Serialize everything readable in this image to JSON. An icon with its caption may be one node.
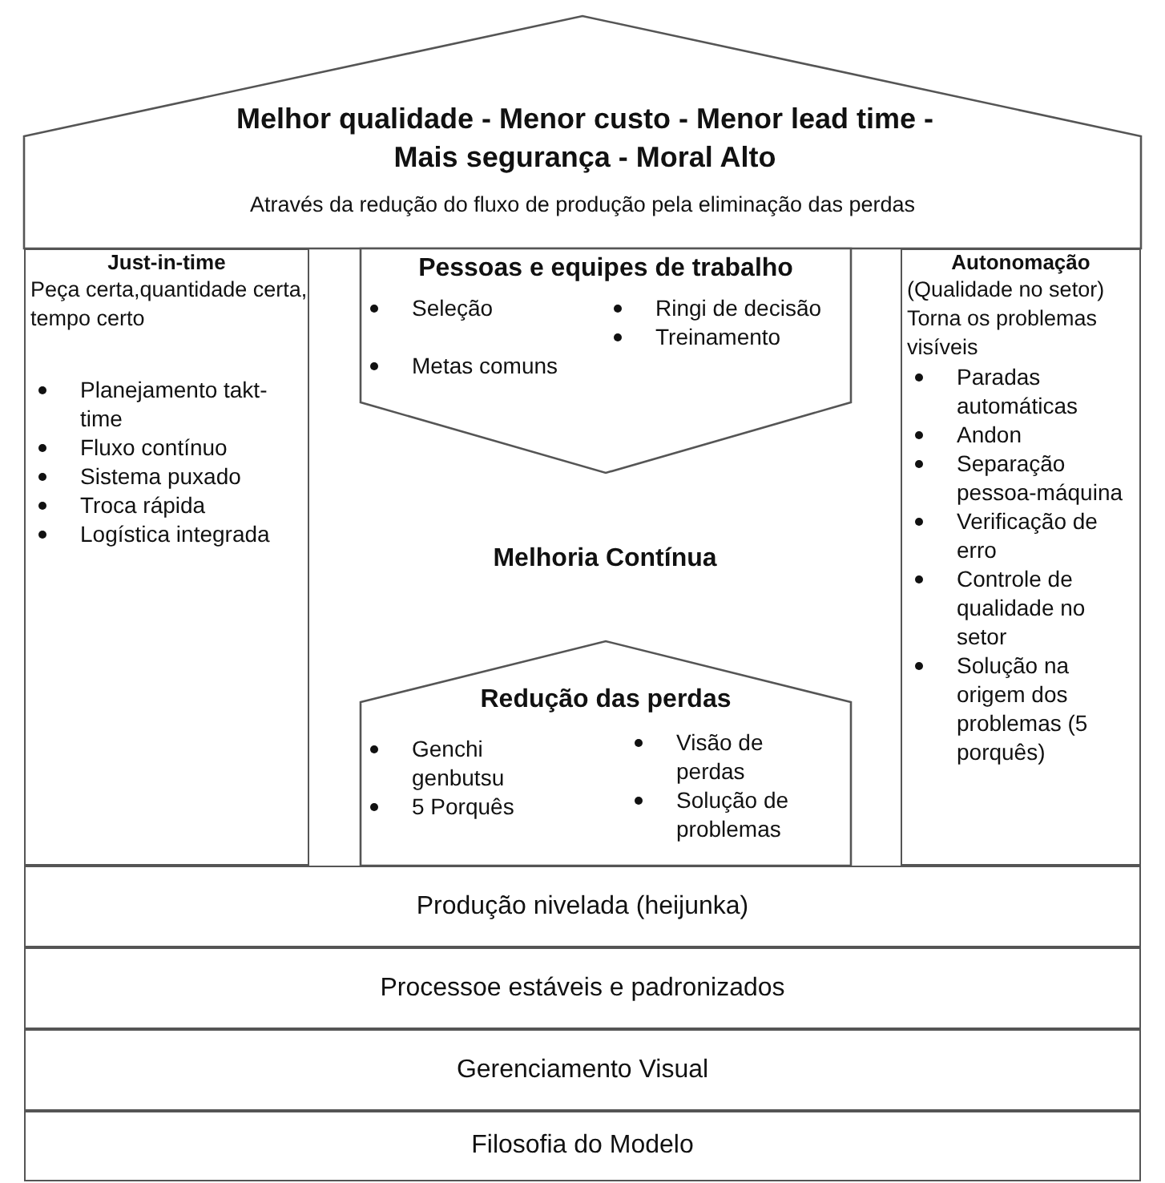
{
  "diagram": {
    "nodes": [
      {
        "text": [
          "Melhor qualidade - Menor custo - Menor lead time - Mais segurança - Moral Alto",
          "Através da redução do fluxo de produção pela eliminação das perdas"
        ]
      },
      {
        "text": [
          "Just-in-time",
          "Peça certa,quantidade certa, tempo certo",
          "Planejamento takt-time",
          "Fluxo contínuo",
          "Sistema puxado",
          "Troca rápida",
          "Logística integrada"
        ]
      },
      {
        "text": [
          "Melhoria Contínua"
        ]
      },
      {
        "text": [
          "Pessoas e equipes de trabalho",
          "Seleção",
          "Ringi de decisão",
          "Metas comuns",
          "Treinamento"
        ]
      },
      {
        "text": [
          "Redução das perdas",
          "Genchi genbutsu",
          "5 Porquês",
          "Visão de perdas",
          "Solução de problemas"
        ]
      },
      {
        "text": [
          "Autonomação",
          "(Qualidade no setor) Torna os problemas visíveis",
          "Paradas automáticas",
          "Andon",
          "Separação pessoa-máquina",
          "Verificação de erro",
          "Controle de qualidade no setor",
          "Solução na origem dos problemas (5 porquês)"
        ]
      },
      {
        "text": [
          "Produção nivelada (heijunka)"
        ]
      },
      {
        "text": [
          "Processoe estáveis e padronizados"
        ]
      },
      {
        "text": [
          "Gerenciamento Visual"
        ]
      },
      {
        "text": [
          "Filosofia do Modelo"
        ]
      }
    ],
    "edges": []
  }
}
